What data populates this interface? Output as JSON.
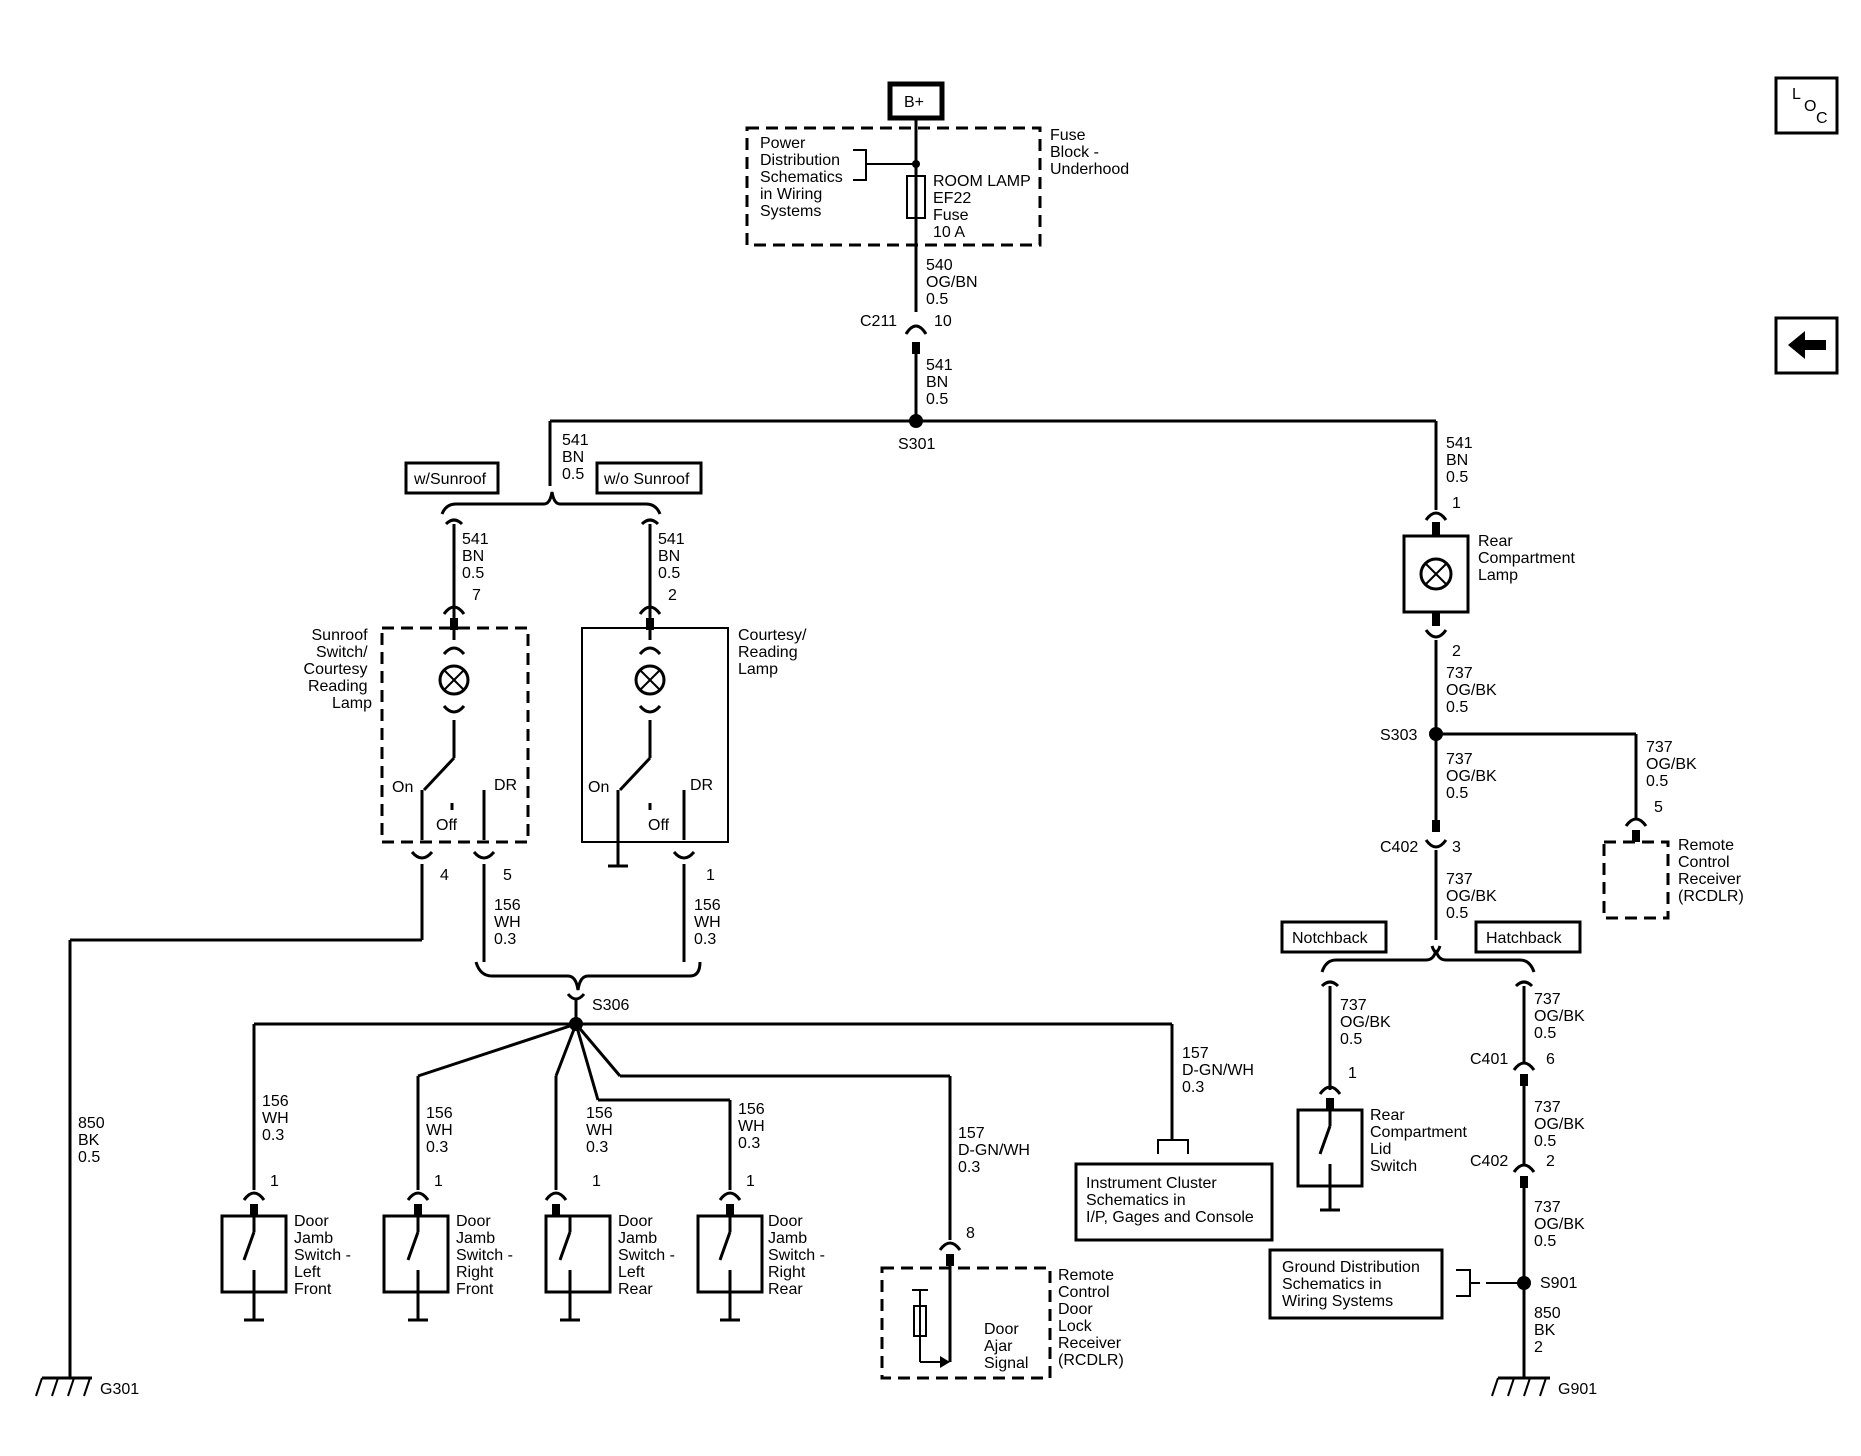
{
  "source": "B+",
  "nav": {
    "loc_l": "L",
    "loc_o": "O",
    "loc_c": "C"
  },
  "fuse_block": {
    "ref_lines": [
      "Power",
      "Distribution",
      "Schematics",
      "in Wiring",
      "Systems"
    ],
    "title_lines": [
      "Fuse",
      "Block -",
      "Underhood"
    ],
    "fuse_lines": [
      "ROOM LAMP",
      "EF22",
      "Fuse",
      "10 A"
    ]
  },
  "wires": {
    "w540": [
      "540",
      "OG/BN",
      "0.5"
    ],
    "w541_main": [
      "541",
      "BN",
      "0.5"
    ],
    "w541_left": [
      "541",
      "BN",
      "0.5"
    ],
    "w541_sun": [
      "541",
      "BN",
      "0.5"
    ],
    "w541_court": [
      "541",
      "BN",
      "0.5"
    ],
    "w541_rear": [
      "541",
      "BN",
      "0.5"
    ],
    "w737_a": [
      "737",
      "OG/BK",
      "0.5"
    ],
    "w737_b": [
      "737",
      "OG/BK",
      "0.5"
    ],
    "w737_rcdlr": [
      "737",
      "OG/BK",
      "0.5"
    ],
    "w737_c": [
      "737",
      "OG/BK",
      "0.5"
    ],
    "w737_notch": [
      "737",
      "OG/BK",
      "0.5"
    ],
    "w737_hatch1": [
      "737",
      "OG/BK",
      "0.5"
    ],
    "w737_hatch2": [
      "737",
      "OG/BK",
      "0.5"
    ],
    "w737_hatch3": [
      "737",
      "OG/BK",
      "0.5"
    ],
    "w156_sun": [
      "156",
      "WH",
      "0.3"
    ],
    "w156_court": [
      "156",
      "WH",
      "0.3"
    ],
    "w156_lf": [
      "156",
      "WH",
      "0.3"
    ],
    "w156_rf": [
      "156",
      "WH",
      "0.3"
    ],
    "w156_lr": [
      "156",
      "WH",
      "0.3"
    ],
    "w156_rr": [
      "156",
      "WH",
      "0.3"
    ],
    "w157_rcdlr": [
      "157",
      "D-GN/WH",
      "0.3"
    ],
    "w157_ic": [
      "157",
      "D-GN/WH",
      "0.3"
    ],
    "w850_left": [
      "850",
      "BK",
      "0.5"
    ],
    "w850_right": [
      "850",
      "BK",
      "2"
    ]
  },
  "connectors": {
    "c211": "C211",
    "c211_pin": "10",
    "c402_top": "C402",
    "c402_top_pin": "3",
    "c401": "C401",
    "c401_pin": "6",
    "c402_bot": "C402",
    "c402_bot_pin": "2"
  },
  "splices": {
    "s301": "S301",
    "s303": "S303",
    "s306": "S306",
    "s901": "S901"
  },
  "grounds": {
    "g301": "G301",
    "g901": "G901"
  },
  "options": {
    "sunroof": "w/Sunroof",
    "no_sunroof": "w/o Sunroof",
    "notchback": "Notchback",
    "hatchback": "Hatchback"
  },
  "components": {
    "sunroof_lamp": [
      "Sunroof",
      "Switch/",
      "Courtesy",
      "Reading",
      "Lamp"
    ],
    "courtesy_lamp": [
      "Courtesy/",
      "Reading",
      "Lamp"
    ],
    "rear_lamp": [
      "Rear",
      "Compartment",
      "Lamp"
    ],
    "rcdlr_top": [
      "Remote",
      "Control",
      "Receiver",
      "(RCDLR)"
    ],
    "lid_switch": [
      "Rear",
      "Compartment",
      "Lid",
      "Switch"
    ],
    "dj_lf": [
      "Door",
      "Jamb",
      "Switch -",
      "Left",
      "Front"
    ],
    "dj_rf": [
      "Door",
      "Jamb",
      "Switch -",
      "Right",
      "Front"
    ],
    "dj_lr": [
      "Door",
      "Jamb",
      "Switch -",
      "Left",
      "Rear"
    ],
    "dj_rr": [
      "Door",
      "Jamb",
      "Switch -",
      "Right",
      "Rear"
    ],
    "rcdlr_bottom": [
      "Remote",
      "Control",
      "Door",
      "Lock",
      "Receiver",
      "(RCDLR)"
    ],
    "door_ajar": [
      "Door",
      "Ajar",
      "Signal"
    ],
    "instrument_cluster": [
      "Instrument Cluster",
      "Schematics in",
      "I/P, Gages and Console"
    ],
    "ground_dist": [
      "Ground Distribution",
      "Schematics in",
      "Wiring Systems"
    ]
  },
  "switch_labels": {
    "on1": "On",
    "off1": "Off",
    "dr1": "DR",
    "on2": "On",
    "off2": "Off",
    "dr2": "DR"
  },
  "pins": {
    "sun_in": "7",
    "sun_on": "4",
    "sun_dr": "5",
    "court_in": "2",
    "court_out": "1",
    "rear_in": "1",
    "rear_out": "2",
    "rcdlr_top": "5",
    "lid": "1",
    "dj_lf": "1",
    "dj_rf": "1",
    "dj_lr": "1",
    "dj_rr": "1",
    "rcdlr_bottom": "8"
  }
}
